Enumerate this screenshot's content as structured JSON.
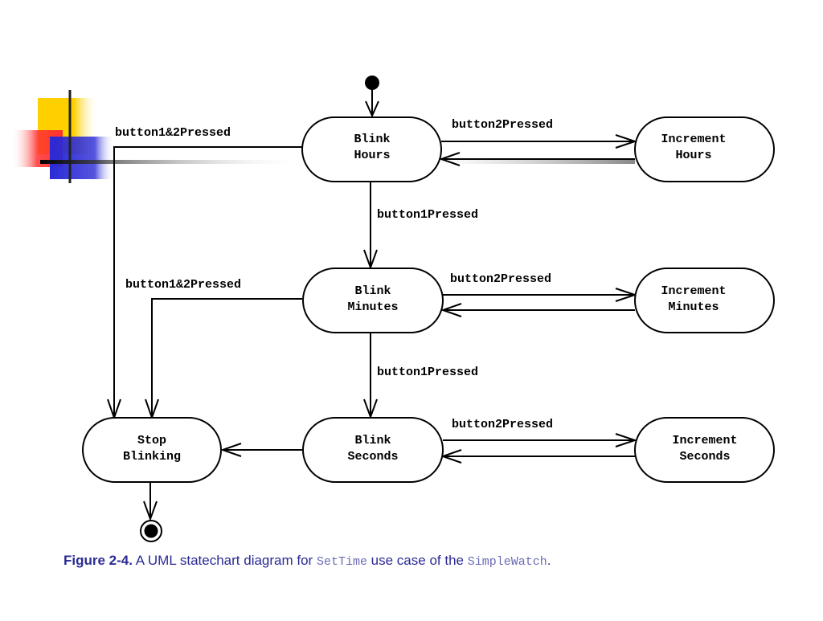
{
  "diagram": {
    "states": {
      "blink_hours": [
        "Blink",
        "Hours"
      ],
      "increment_hours": [
        "Increment",
        "Hours"
      ],
      "blink_minutes": [
        "Blink",
        "Minutes"
      ],
      "increment_minutes": [
        "Increment",
        "Minutes"
      ],
      "blink_seconds": [
        "Blink",
        "Seconds"
      ],
      "increment_seconds": [
        "Increment",
        "Seconds"
      ],
      "stop_blinking": [
        "Stop",
        "Blinking"
      ]
    },
    "transitions": {
      "hours_button2": "button2Pressed",
      "minutes_button2": "button2Pressed",
      "seconds_button2": "button2Pressed",
      "hours_button1": "button1Pressed",
      "minutes_button1": "button1Pressed",
      "hours_button12": "button1&2Pressed",
      "minutes_button12": "button1&2Pressed"
    }
  },
  "caption": {
    "label": "Figure 2-4.",
    "text1": " A UML statechart diagram for ",
    "code1": "SetTime",
    "text2": " use case of the ",
    "code2": "SimpleWatch",
    "text3": "."
  },
  "colors": {
    "caption_text": "#2b2b94",
    "caption_code": "#6b6bb8",
    "decor_yellow": "#ffd000",
    "decor_red": "#ff3030",
    "decor_blue": "#2a2ad6"
  }
}
